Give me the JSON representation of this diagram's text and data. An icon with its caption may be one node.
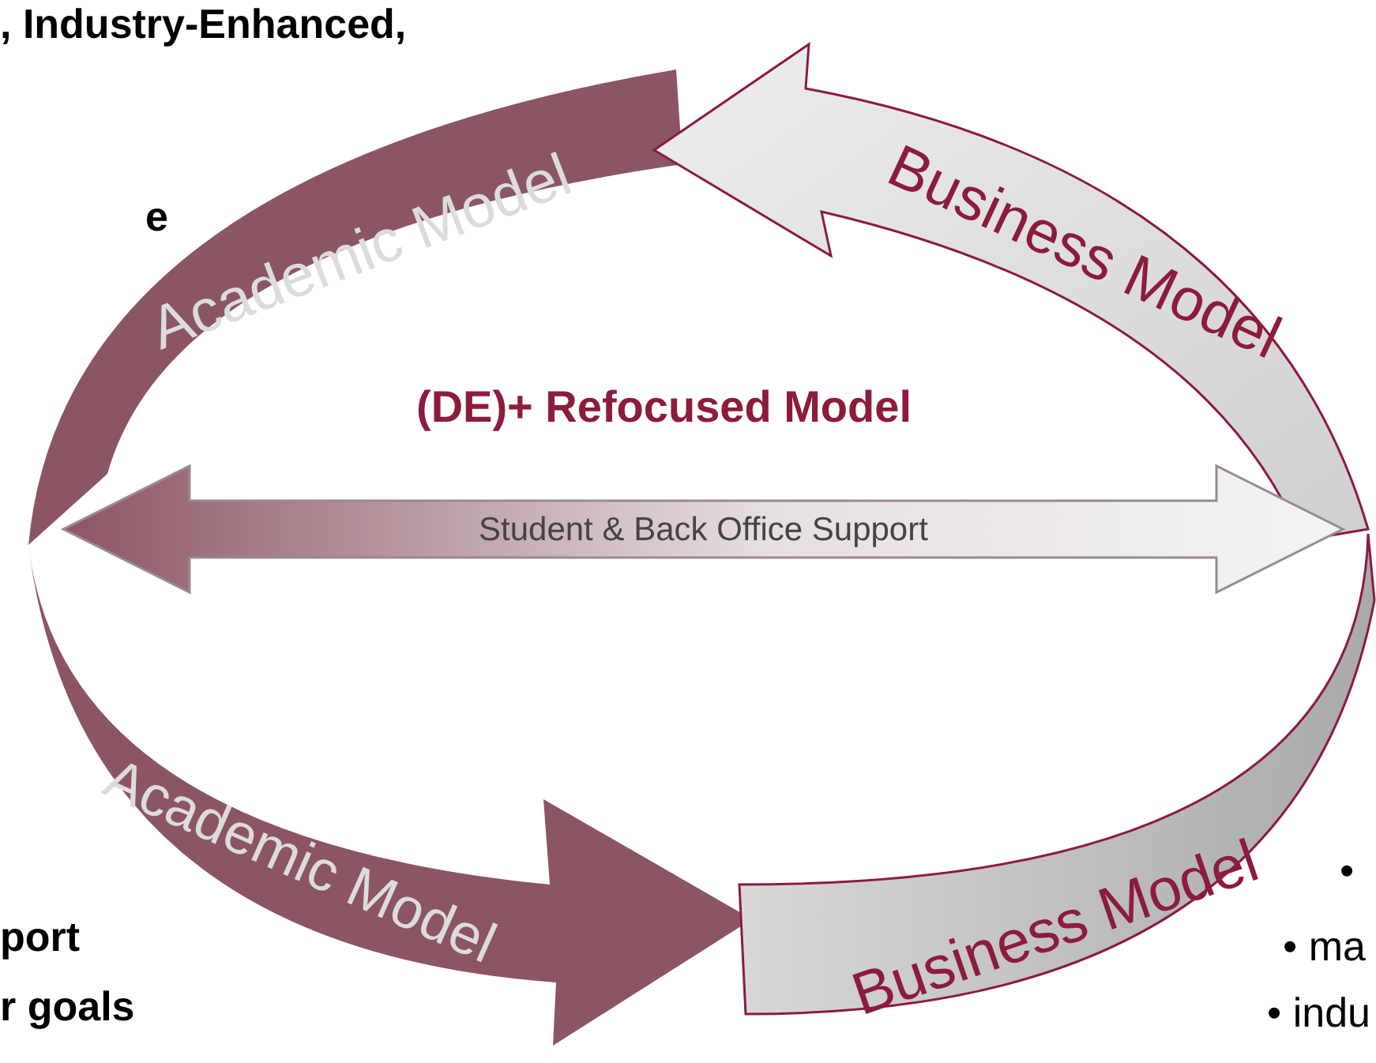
{
  "diagram": {
    "nodes": [
      {
        "text": [
          "Academic Model"
        ]
      },
      {
        "text": [
          "Business Model"
        ]
      },
      {
        "text": [
          "Academic Model"
        ]
      },
      {
        "text": [
          "Business Model"
        ]
      },
      {
        "text": [
          "Student & Back Office Support"
        ]
      }
    ],
    "labels": [
      ", Industry-Enhanced,",
      "e",
      "(DE)+ Refocused Model",
      "port",
      "r goals",
      "•",
      "• ma",
      "• indu"
    ]
  }
}
